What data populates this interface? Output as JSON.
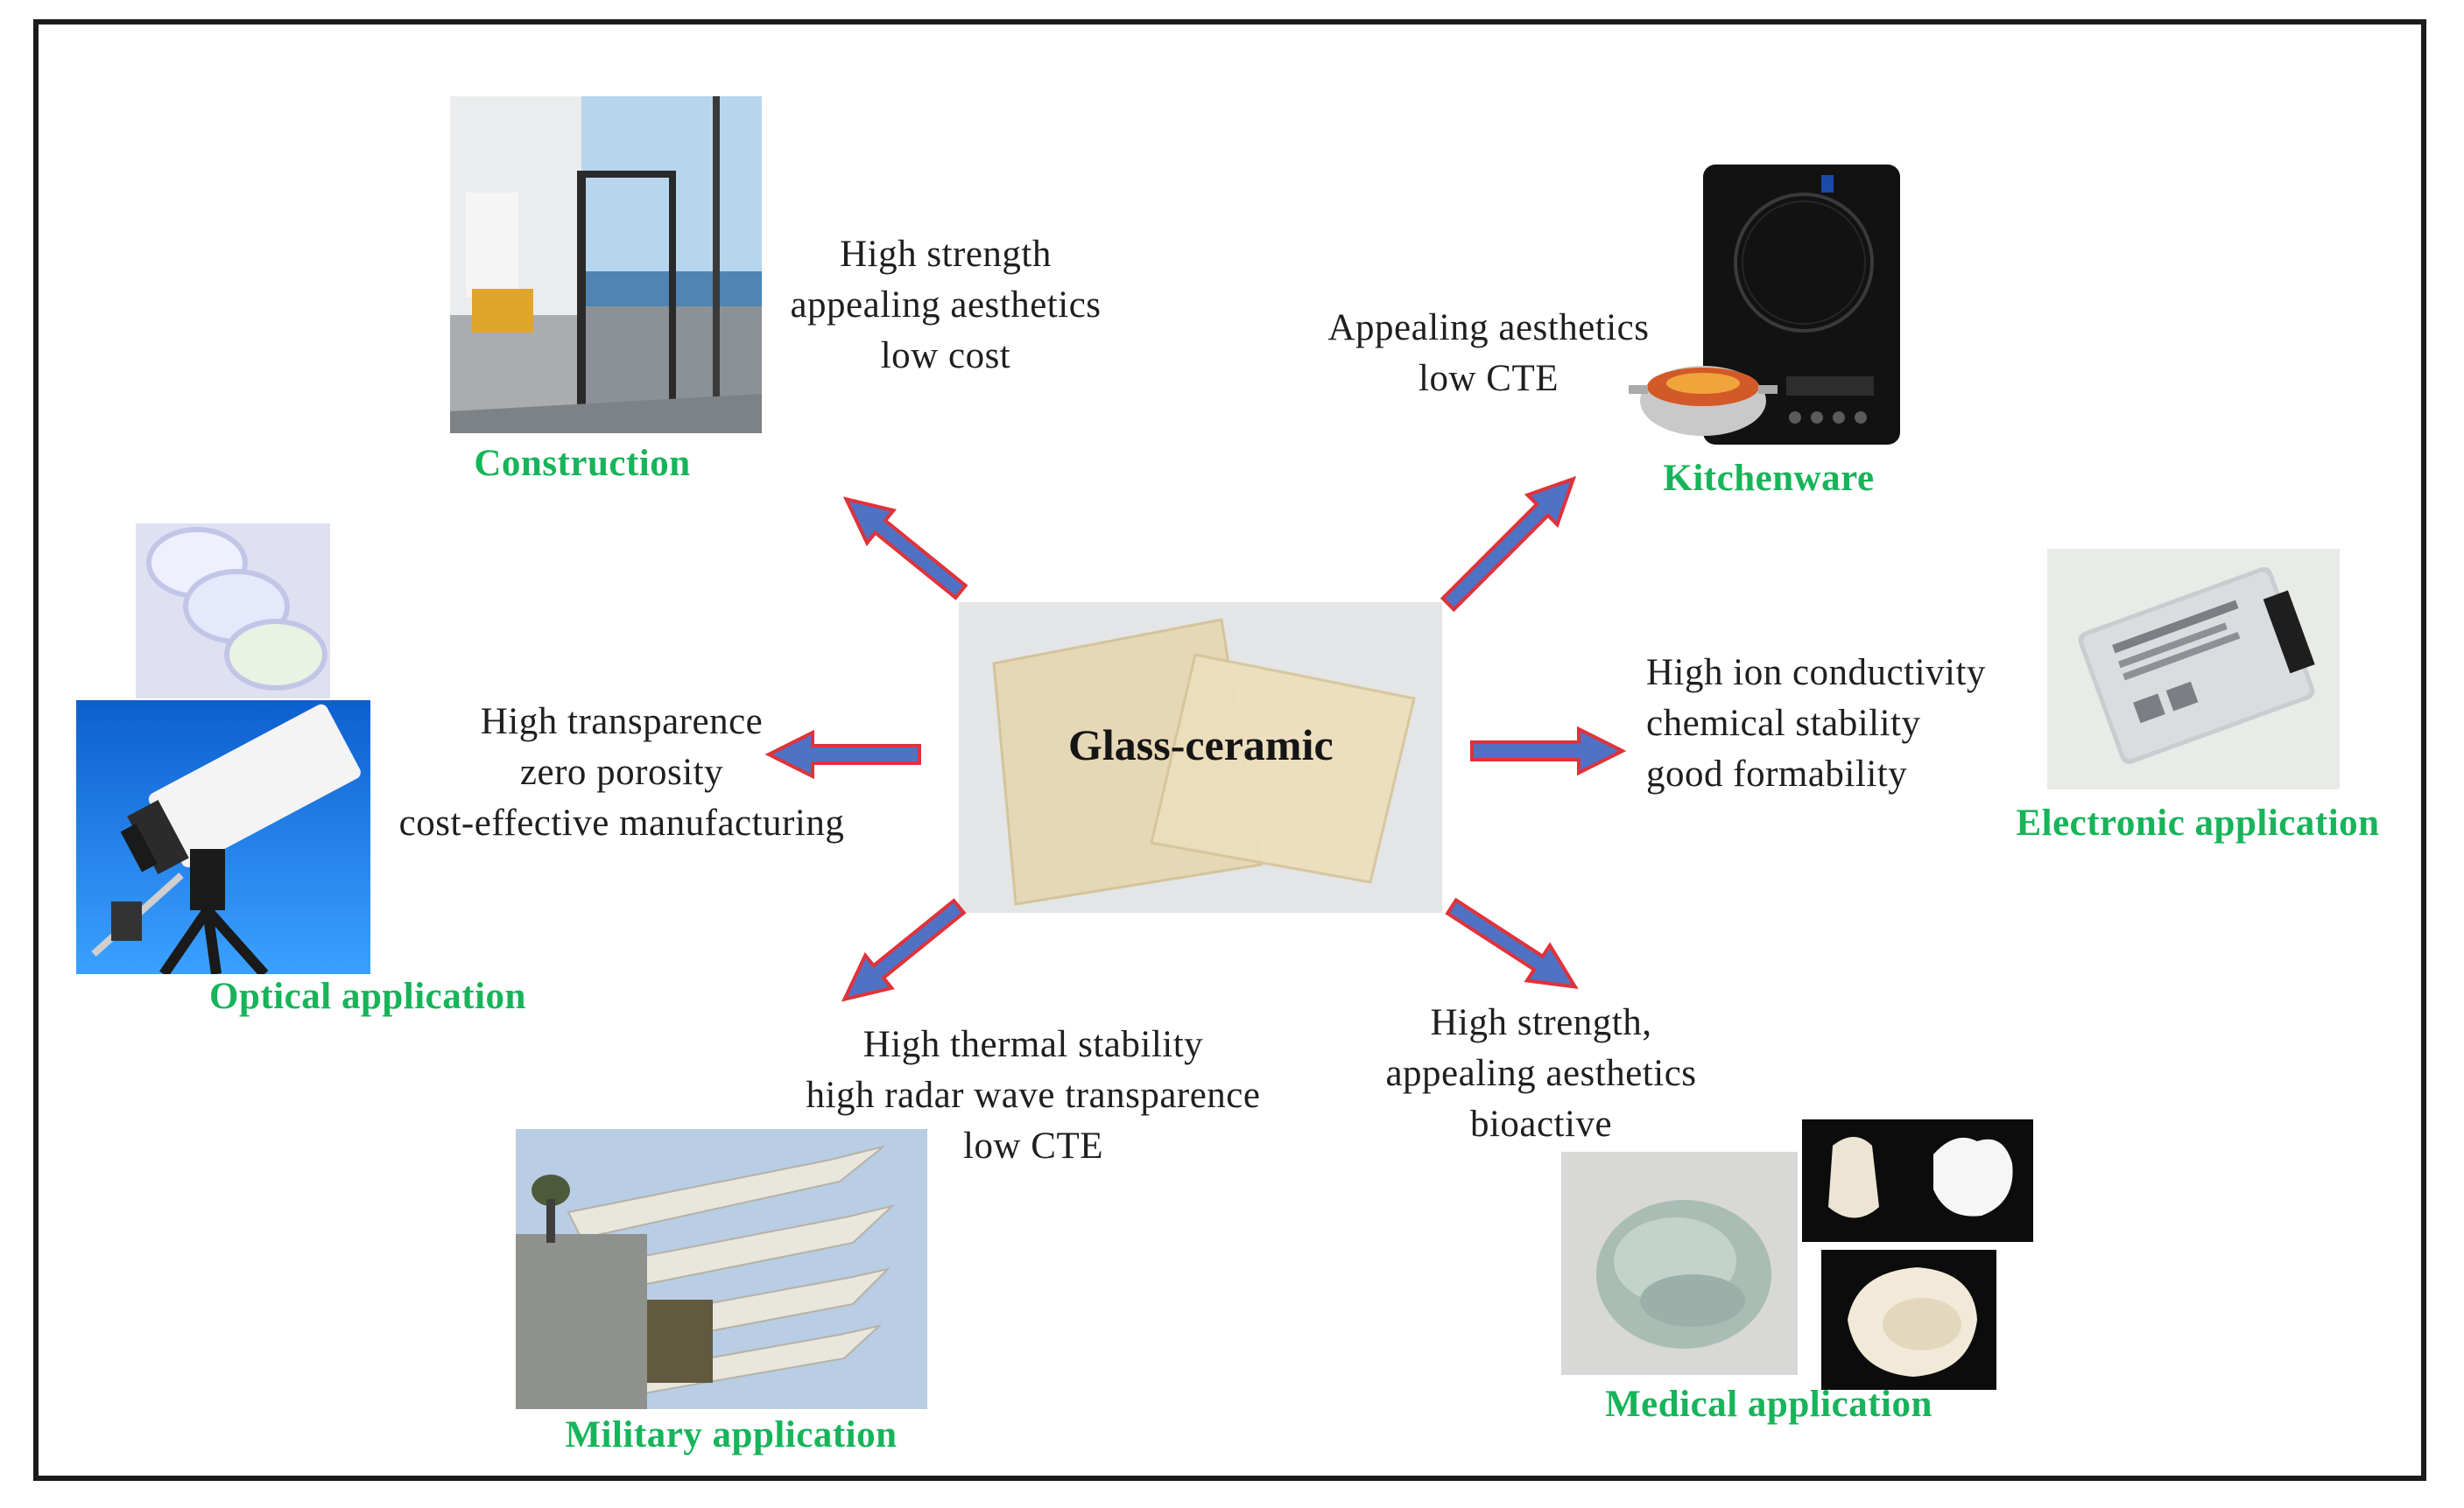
{
  "center": {
    "title": "Glass-ceramic"
  },
  "applications": {
    "construction": {
      "label": "Construction",
      "lines": [
        "High strength",
        "appealing aesthetics",
        "low cost"
      ]
    },
    "kitchenware": {
      "label": "Kitchenware",
      "lines": [
        "Appealing aesthetics",
        "low CTE"
      ]
    },
    "electronic": {
      "label": "Electronic application",
      "lines": [
        "High ion conductivity",
        "chemical stability",
        "good formability"
      ]
    },
    "optical": {
      "label": "Optical application",
      "lines": [
        "High transparence",
        "zero porosity",
        "cost-effective manufacturing"
      ]
    },
    "military": {
      "label": "Military application",
      "lines": [
        "High thermal stability",
        "high radar wave transparence",
        "low CTE"
      ]
    },
    "medical": {
      "label": "Medical application",
      "lines": [
        "High strength,",
        "appealing aesthetics",
        "bioactive"
      ]
    }
  },
  "colors": {
    "label_green": "#17b45a",
    "arrow_fill": "#4f72c4",
    "arrow_outline": "#e0323a"
  }
}
